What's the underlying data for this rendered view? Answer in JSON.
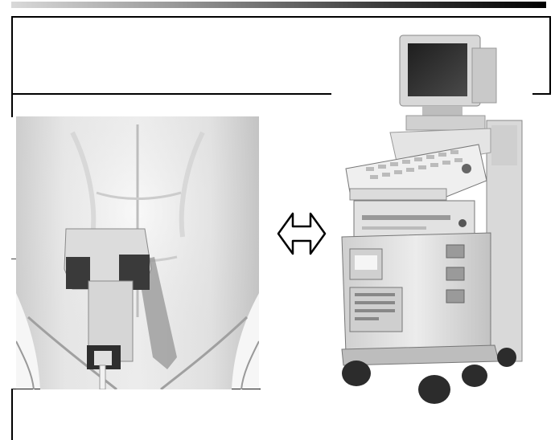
{
  "colors": {
    "line": "#000000",
    "background": "#ffffff",
    "gray_light": "#e8e8e8",
    "gray_mid": "#a9a9a9",
    "gray_dark": "#555555"
  },
  "figure": {
    "left_image": "abdomen-with-ultrasound-probe",
    "right_image": "ultrasound-machine-cart",
    "connector": "double-headed-arrow"
  }
}
